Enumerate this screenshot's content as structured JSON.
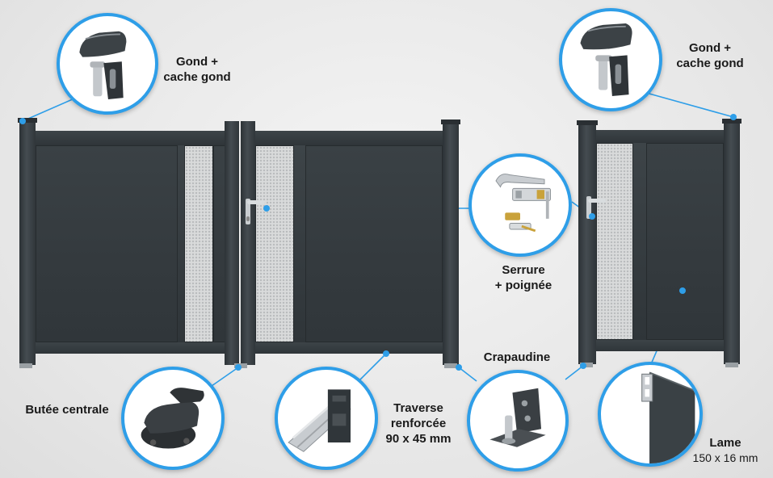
{
  "labels": {
    "gond_left_line1": "Gond +",
    "gond_left_line2": "cache gond",
    "gond_right_line1": "Gond +",
    "gond_right_line2": "cache gond",
    "serrure_line1": "Serrure",
    "serrure_line2": "+ poignée",
    "crapaudine": "Crapaudine",
    "butee": "Butée centrale",
    "traverse_line1": "Traverse",
    "traverse_line2": "renforcée",
    "traverse_line3": "90 x 45 mm",
    "lame_line1": "Lame",
    "lame_line2": "150 x 16 mm"
  },
  "colors": {
    "accent": "#2e9ee8",
    "gate": "#363c40",
    "perforated": "#d9dadb"
  }
}
